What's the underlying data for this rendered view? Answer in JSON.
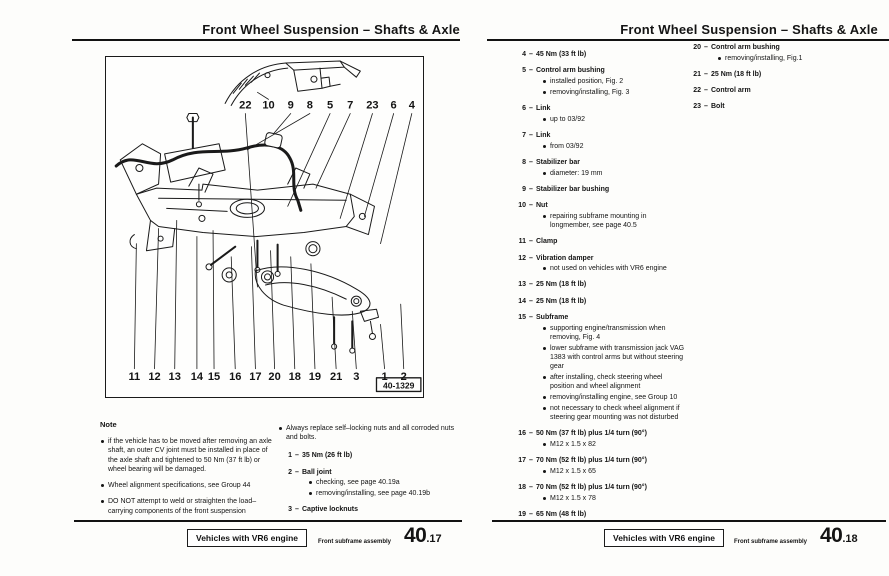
{
  "left_page": {
    "header_title": "Front Wheel Suspension – Shafts & Axle",
    "figure": {
      "top_callouts": [
        "22",
        "10",
        "9",
        "8",
        "5",
        "7",
        "23",
        "6",
        "4"
      ],
      "bottom_callouts": [
        "11",
        "12",
        "13",
        "14",
        "15",
        "16",
        "17",
        "20",
        "18",
        "19",
        "21",
        "3",
        "1",
        "2"
      ],
      "figure_id": "40-1329"
    },
    "note": {
      "heading": "Note",
      "bullets": [
        "if the vehicle has to be moved after removing an axle shaft, an outer CV joint must be installed in place of the axle shaft and tightened to 50 Nm (37 ft lb) or wheel bearing will be damaged.",
        "Wheel alignment specifications, see Group 44",
        "DO NOT attempt to weld or straighten the load–carrying components of the front suspension"
      ]
    },
    "always_bullet": "Always replace self–locking nuts and all corroded nuts and bolts.",
    "items": [
      {
        "num": "1",
        "label": "35 Nm (26 ft lb)",
        "bullets": []
      },
      {
        "num": "2",
        "label": "Ball joint",
        "bullets": [
          "checking, see page 40.19a",
          "removing/installing, see page 40.19b"
        ]
      },
      {
        "num": "3",
        "label": "Captive locknuts",
        "bullets": []
      }
    ],
    "footer": {
      "badge": "Vehicles with VR6 engine",
      "caption": "Front subframe assembly",
      "page_major": "40",
      "page_minor": ".17"
    }
  },
  "right_page": {
    "header_title": "Front Wheel Suspension – Shafts & Axle",
    "items_col1": [
      {
        "num": "4",
        "label": "45 Nm (33 ft lb)",
        "bullets": []
      },
      {
        "num": "5",
        "label": "Control arm bushing",
        "bullets": [
          "installed position, Fig. 2",
          "removing/installing, Fig. 3"
        ]
      },
      {
        "num": "6",
        "label": "Link",
        "bullets": [
          "up to 03/92"
        ]
      },
      {
        "num": "7",
        "label": "Link",
        "bullets": [
          "from 03/92"
        ]
      },
      {
        "num": "8",
        "label": "Stabilizer bar",
        "bullets": [
          "diameter:  19 mm"
        ]
      },
      {
        "num": "9",
        "label": "Stabilizer bar bushing",
        "bullets": []
      },
      {
        "num": "10",
        "label": "Nut",
        "bullets": [
          "repairing subframe mounting in longmember, see page 40.5"
        ]
      },
      {
        "num": "11",
        "label": "Clamp",
        "bullets": []
      },
      {
        "num": "12",
        "label": "Vibration damper",
        "bullets": [
          "not used on vehicles with VR6 engine"
        ]
      },
      {
        "num": "13",
        "label": "25 Nm (18 ft lb)",
        "bullets": []
      },
      {
        "num": "14",
        "label": "25 Nm (18 ft lb)",
        "bullets": []
      },
      {
        "num": "15",
        "label": "Subframe",
        "bullets": [
          "supporting engine/transmission when removing, Fig. 4",
          "lower subframe with transmission jack VAG 1383 with control arms but without steering gear",
          "after installing, check steering wheel position and wheel alignment",
          "removing/installing engine, see Group 10",
          "not necessary to check wheel alignment if steering gear mounting was not disturbed"
        ]
      },
      {
        "num": "16",
        "label": "50 Nm (37 ft lb) plus 1/4 turn (90°)",
        "bullets": [
          "M12 x 1.5 x 82"
        ]
      },
      {
        "num": "17",
        "label": "70 Nm (52 ft lb) plus 1/4 turn (90°)",
        "bullets": [
          "M12 x 1.5 x 65"
        ]
      },
      {
        "num": "18",
        "label": "70 Nm (52 ft lb) plus 1/4 turn (90°)",
        "bullets": [
          "M12 x 1.5 x 78"
        ]
      },
      {
        "num": "19",
        "label": "65 Nm (48 ft lb)",
        "bullets": []
      }
    ],
    "items_col2": [
      {
        "num": "20",
        "label": "Control arm bushing",
        "bullets": [
          "removing/installing, Fig.1"
        ]
      },
      {
        "num": "21",
        "label": "25 Nm (18 ft lb)",
        "bullets": []
      },
      {
        "num": "22",
        "label": "Control arm",
        "bullets": []
      },
      {
        "num": "23",
        "label": "Bolt",
        "bullets": []
      }
    ],
    "footer": {
      "badge": "Vehicles with VR6 engine",
      "caption": "Front subframe assembly",
      "page_major": "40",
      "page_minor": ".18"
    }
  }
}
